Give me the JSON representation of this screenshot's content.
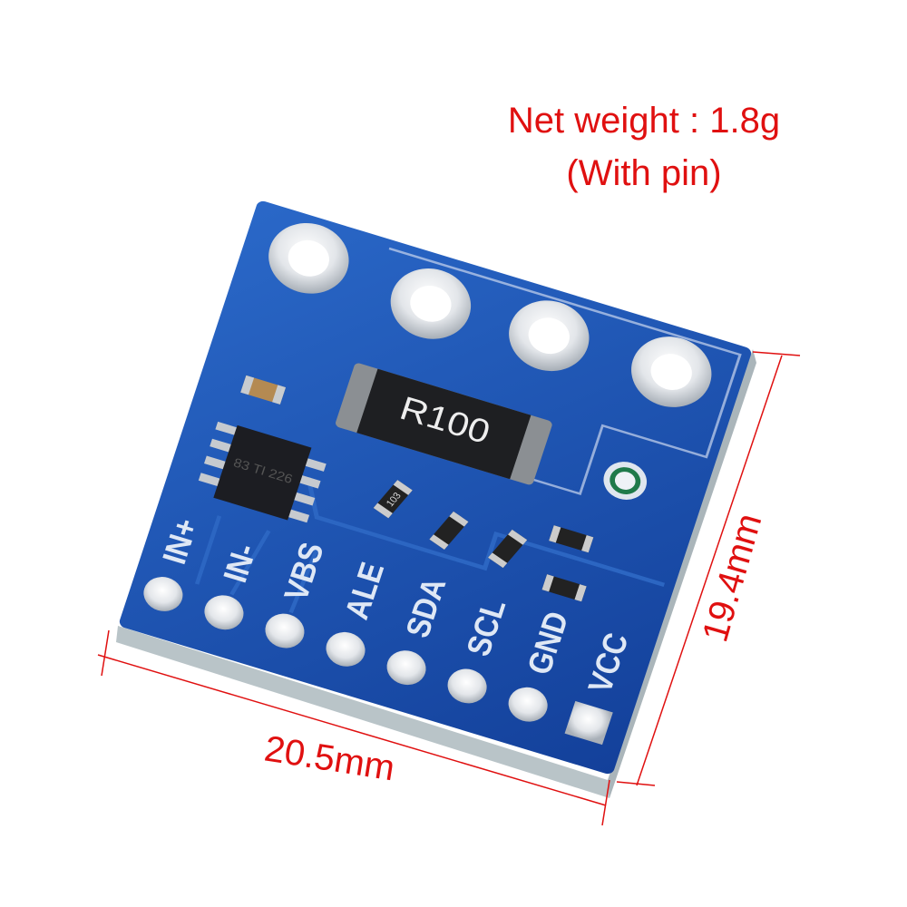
{
  "caption": {
    "weight": "Net weight : 1.8g",
    "pin_note": "(With pin)"
  },
  "dimensions": {
    "width": "20.5mm",
    "height": "19.4mm"
  },
  "board": {
    "shunt_label": "R100",
    "resistor_code": "103",
    "chip_marking": "83 TI 226",
    "pins": [
      "IN+",
      "IN-",
      "VBS",
      "ALE",
      "SDA",
      "SCL",
      "GND",
      "VCC"
    ]
  },
  "colors": {
    "pcb": "#1a4fae",
    "annotation": "#e01010",
    "silkscreen": "#dfe8f5"
  }
}
